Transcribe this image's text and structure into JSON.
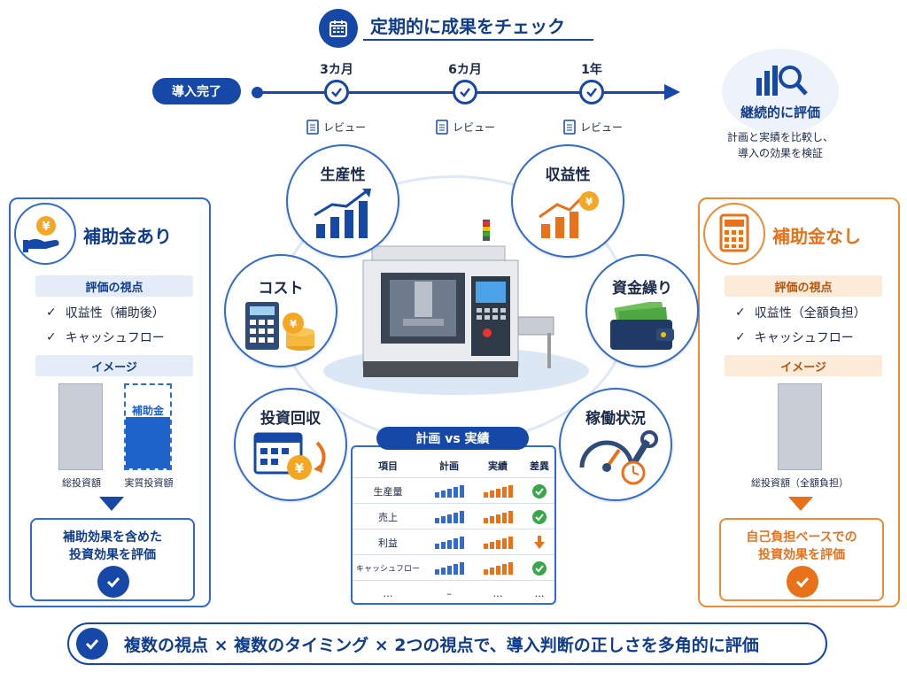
{
  "header": {
    "title": "定期的に成果をチェック",
    "icon": "calendar-icon"
  },
  "timeline": {
    "start_label": "導入完了",
    "milestones": [
      {
        "label": "3カ月",
        "review": "レビュー"
      },
      {
        "label": "6カ月",
        "review": "レビュー"
      },
      {
        "label": "1年",
        "review": "レビュー"
      }
    ]
  },
  "continuous": {
    "title": "継続的に評価",
    "desc_line1": "計画と実績を比較し、",
    "desc_line2": "導入の効果を検証"
  },
  "left_panel": {
    "title": "補助金あり",
    "viewpoint_label": "評価の視点",
    "checks": [
      "収益性（補助後）",
      "キャッシュフロー"
    ],
    "image_label": "イメージ",
    "bar_total_label": "総投資額",
    "bar_actual_label": "実質投資額",
    "subsidy_label": "補助金",
    "result_line1": "補助効果を含めた",
    "result_line2": "投資効果を評価",
    "color": "#2f6bd0"
  },
  "right_panel": {
    "title": "補助金なし",
    "viewpoint_label": "評価の視点",
    "checks": [
      "収益性（全額負担）",
      "キャッシュフロー"
    ],
    "image_label": "イメージ",
    "bar_label": "総投資額（全額負担）",
    "result_line1": "自己負担ベースでの",
    "result_line2": "投資効果を評価",
    "color": "#f08a33"
  },
  "circles": {
    "productivity": "生産性",
    "profitability": "収益性",
    "cost": "コスト",
    "cashflow": "資金繰り",
    "payback": "投資回収",
    "operation": "稼働状況"
  },
  "table": {
    "title": "計画 vs 実績",
    "headers": [
      "項目",
      "計画",
      "実績",
      "差異"
    ],
    "rows": [
      {
        "item": "生産量",
        "status": "ok"
      },
      {
        "item": "売上",
        "status": "ok"
      },
      {
        "item": "利益",
        "status": "down"
      },
      {
        "item": "キャッシュフロー",
        "status": "ok"
      },
      {
        "item": "…",
        "plan": "–",
        "actual": "…",
        "diff": "…",
        "status": "none"
      }
    ]
  },
  "banner": {
    "text": "複数の視点 × 複数のタイミング × 2つの視点で、導入判断の正しさを多角的に評価"
  }
}
